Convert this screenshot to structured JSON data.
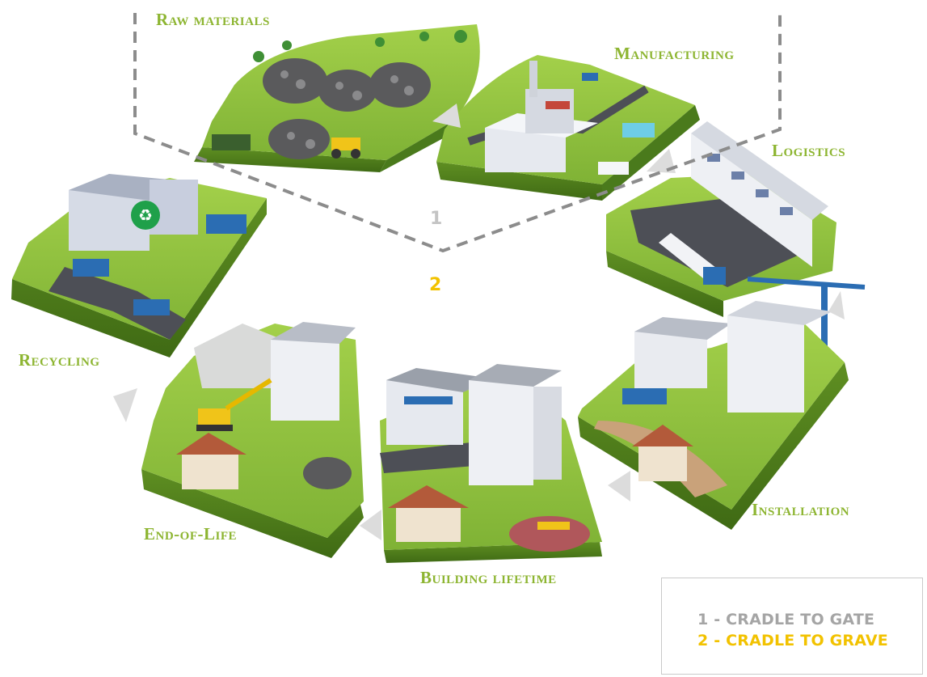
{
  "stages": {
    "raw_materials": "Raw materials",
    "manufacturing": "Manufacturing",
    "logistics": "Logistics",
    "installation": "Installation",
    "building_lifetime": "Building lifetime",
    "end_of_life": "End-of-Life",
    "recycling": "Recycling"
  },
  "markers": {
    "one": "1",
    "two": "2"
  },
  "legend": {
    "item_1": "1 - CRADLE TO GATE",
    "item_2": "2 - CRADLE TO GRAVE"
  },
  "colors": {
    "stage_label": "#8db531",
    "marker_1": "#c4c4c4",
    "marker_2": "#f2c200",
    "dashed_boundary": "#8c8c8c",
    "arrow": "#dcdcdc",
    "grass": "#8fc23e",
    "grass_dark": "#5f8f22",
    "road": "#4d4f56",
    "building": "#e6e9ef",
    "machine_yellow": "#f0c419",
    "truck_blue": "#2b6db3"
  },
  "icons": {
    "recycling_symbol": "recycle-icon",
    "arrows": "triangle-arrow-icon",
    "crane": "tower-crane-icon",
    "excavator": "excavator-icon",
    "trucks": "truck-icon"
  }
}
